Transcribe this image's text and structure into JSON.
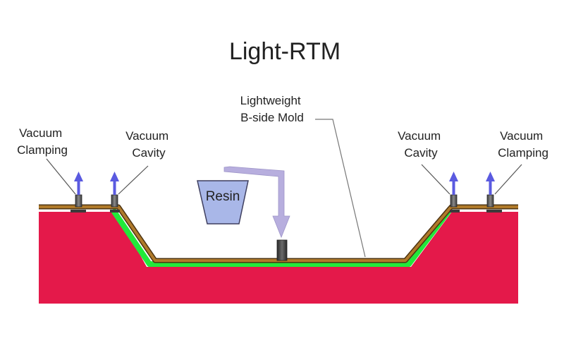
{
  "title": "Light-RTM",
  "labels": {
    "mold": [
      "Lightweight",
      "B-side Mold"
    ],
    "vacuum_clamping_left": [
      "Vacuum",
      "Clamping"
    ],
    "vacuum_cavity_left": [
      "Vacuum",
      "Cavity"
    ],
    "vacuum_cavity_right": [
      "Vacuum",
      "Cavity"
    ],
    "vacuum_clamping_right": [
      "Vacuum",
      "Clamping"
    ],
    "resin": "Resin"
  },
  "colors": {
    "a_side_mold": "#e4194a",
    "fiber_preform": "#22e83a",
    "b_side_mold": "#b07a2a",
    "resin_cup": "#a9b7e8",
    "resin_arrow": "#b7aede",
    "vacuum_arrow": "#5a5ae0",
    "port": "#6e6e6e",
    "leader_line": "#777777"
  }
}
